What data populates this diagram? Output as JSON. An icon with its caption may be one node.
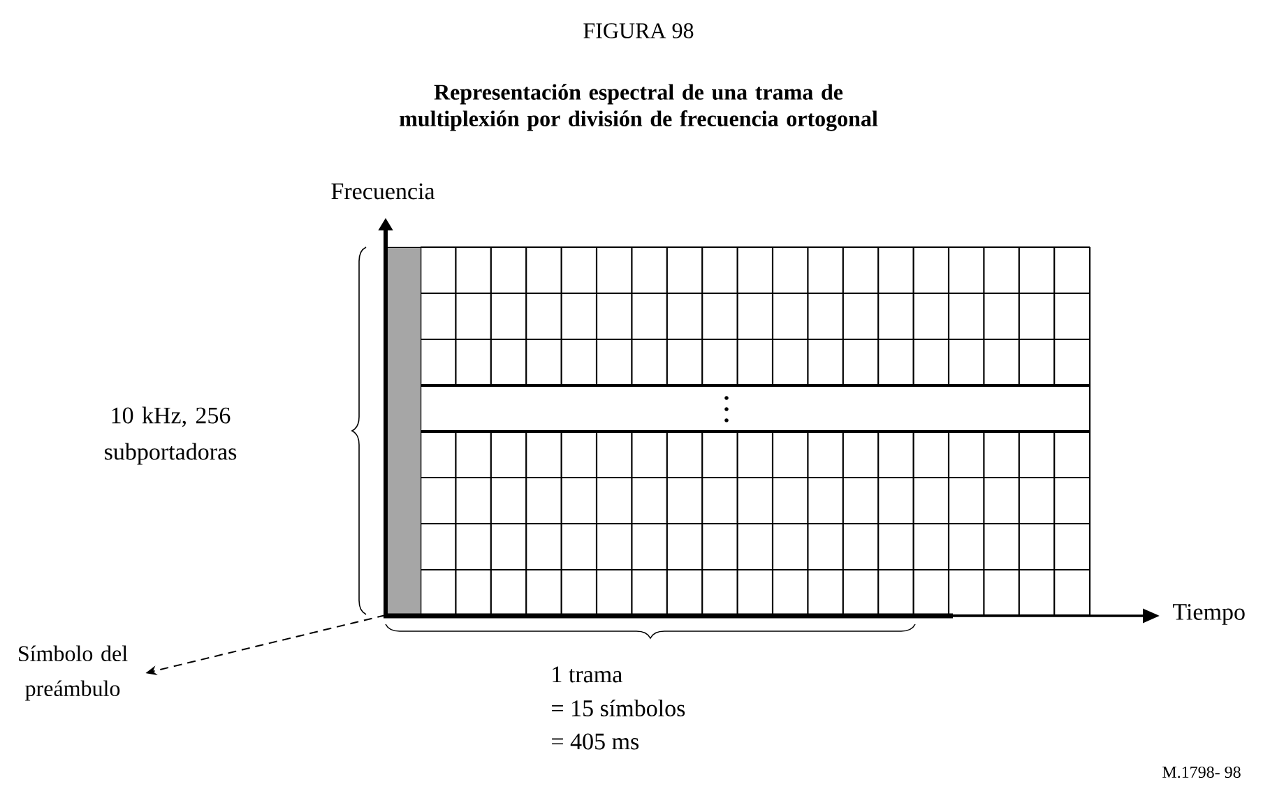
{
  "diagram": {
    "title": "Representación espectral de una trama de multiplexión por división de frecuencia ortogonal",
    "nodes": [
      {
        "text": [
          "Símbolo del preámbulo"
        ]
      },
      {
        "text": [],
        "shape": "bar"
      }
    ],
    "edges": [
      {
        "from": 1,
        "to": 0,
        "arrow": "to",
        "style": "dashed"
      }
    ],
    "labels": [
      "FIGURA 98",
      "Frecuencia",
      "10 kHz, 256 subportadoras",
      "Tiempo",
      "1 trama",
      "= 15 símbolos",
      "= 405 ms",
      "M.1798- 98"
    ]
  }
}
